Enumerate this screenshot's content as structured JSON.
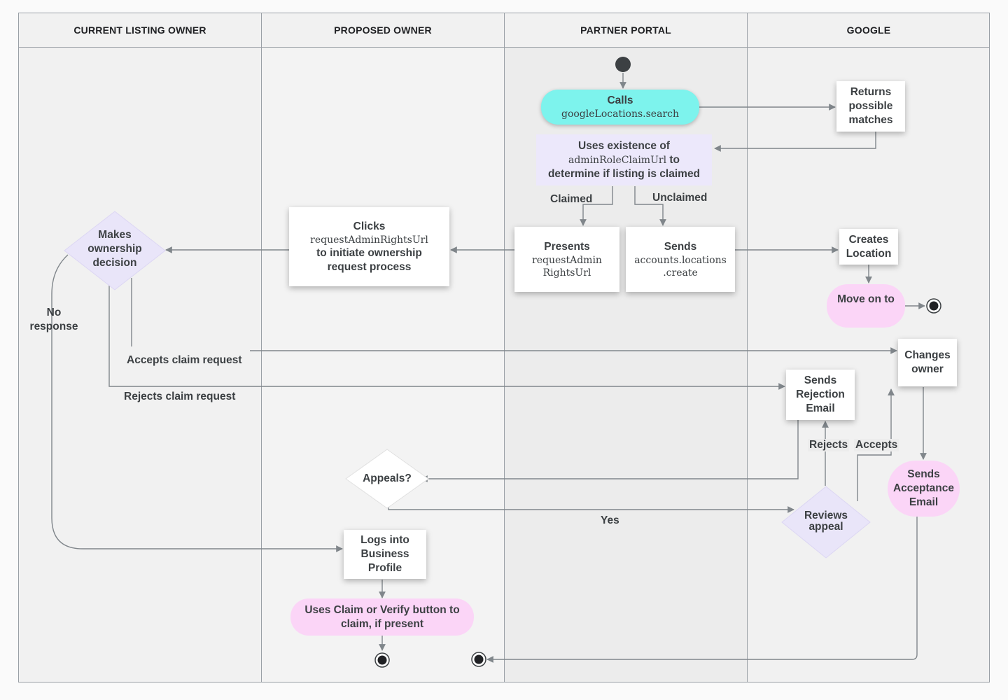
{
  "lanes": [
    {
      "title": "CURRENT LISTING OWNER"
    },
    {
      "title": "PROPOSED OWNER"
    },
    {
      "title": "PARTNER PORTAL"
    },
    {
      "title": "GOOGLE"
    }
  ],
  "nodes": {
    "calls": {
      "line1": "Calls",
      "code": "googleLocations.search"
    },
    "returns": {
      "text": "Returns possible matches"
    },
    "uses_existence": {
      "pre": "Uses existence of",
      "code": "adminRoleClaimUrl",
      "post": "to",
      "line3": "determine if listing is claimed"
    },
    "presents": {
      "line1": "Presents",
      "code1": "requestAdmin",
      "code2": "RightsUrl"
    },
    "sends_create": {
      "line1": "Sends",
      "code1": "accounts.locations",
      "code2": ".create"
    },
    "clicks": {
      "line1": "Clicks",
      "code": "requestAdminRightsUrl",
      "line3": "to initiate ownership",
      "line4": "request process"
    },
    "makes_decision": {
      "text": "Makes ownership decision"
    },
    "creates_location": {
      "text": "Creates Location"
    },
    "move_on": {
      "text": "Move on to"
    },
    "changes_owner": {
      "text": "Changes owner"
    },
    "sends_rejection": {
      "text": "Sends Rejection Email"
    },
    "sends_acceptance": {
      "text": "Sends Acceptance Email"
    },
    "appeals": {
      "text": "Appeals?"
    },
    "reviews_appeal": {
      "text": "Reviews appeal"
    },
    "logs_into": {
      "text": "Logs into Business Profile"
    },
    "uses_claim": {
      "text": "Uses Claim or Verify button to claim, if present"
    }
  },
  "labels": {
    "claimed": "Claimed",
    "unclaimed": "Unclaimed",
    "no_response": "No response",
    "accepts_claim": "Accepts claim request",
    "rejects_claim": "Rejects claim request",
    "rejects": "Rejects",
    "accepts": "Accepts",
    "yes": "Yes"
  },
  "colors": {
    "cyan": "#7df3ed",
    "pink": "#fbd5f7",
    "lavender": "#ece8fb",
    "line": "#80868b"
  }
}
